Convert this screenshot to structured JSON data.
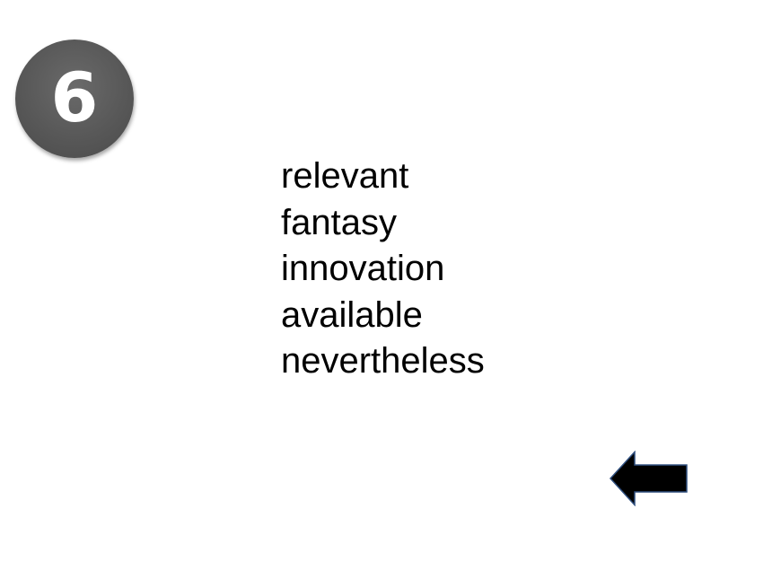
{
  "slide": {
    "number": "6",
    "words": [
      "relevant",
      "fantasy",
      "innovation",
      "available",
      "nevertheless"
    ]
  },
  "navigation": {
    "back_icon": "left-arrow-icon",
    "arrow_fill": "#000000",
    "arrow_stroke": "#2f4f7f"
  },
  "colors": {
    "badge": "#585858",
    "badge_text": "#ffffff",
    "text": "#000000",
    "background": "#ffffff"
  }
}
